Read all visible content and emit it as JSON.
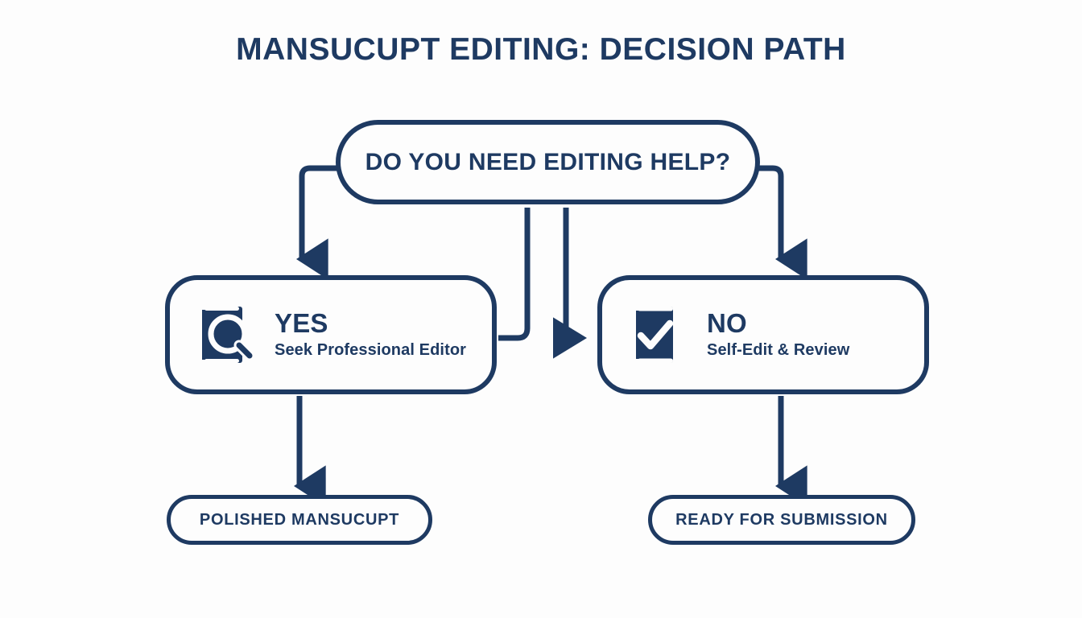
{
  "page": {
    "title": "MANSUCUPT EDITING: DECISION PATH",
    "background_color": "#fdfdfd",
    "accent_color": "#1e3a62"
  },
  "diagram": {
    "type": "flowchart",
    "orientation": "top-down",
    "decision": {
      "id": "editing-help-question",
      "label": "DO YOU NEED EDITING HELP?",
      "shape": "rounded-rectangle"
    },
    "branches": [
      {
        "id": "branch-yes",
        "answer": "YES",
        "action": "Seek Professional Editor",
        "icon": "book-magnifier-icon",
        "side": "left"
      },
      {
        "id": "branch-no",
        "answer": "NO",
        "action": "Self-Edit & Review",
        "icon": "book-check-icon",
        "side": "right"
      }
    ],
    "terminals": [
      {
        "id": "terminal-polished",
        "label": "POLISHED MANSUCUPT",
        "side": "left"
      },
      {
        "id": "terminal-ready",
        "label": "READY FOR SUBMISSION",
        "side": "right"
      }
    ],
    "edges": [
      {
        "from": "editing-help-question",
        "to": "branch-yes",
        "style": "elbow-left-down",
        "arrow": true
      },
      {
        "from": "editing-help-question",
        "to": "branch-no",
        "style": "elbow-right-down",
        "arrow": true
      },
      {
        "from": "editing-help-question",
        "to": "branch-yes",
        "style": "stem-down-left",
        "arrow": false
      },
      {
        "from": "editing-help-question",
        "to": "branch-no",
        "style": "stem-down-right",
        "arrow": true
      },
      {
        "from": "branch-yes",
        "to": "terminal-polished",
        "style": "straight-down",
        "arrow": true
      },
      {
        "from": "branch-no",
        "to": "terminal-ready",
        "style": "straight-down",
        "arrow": true
      }
    ]
  }
}
